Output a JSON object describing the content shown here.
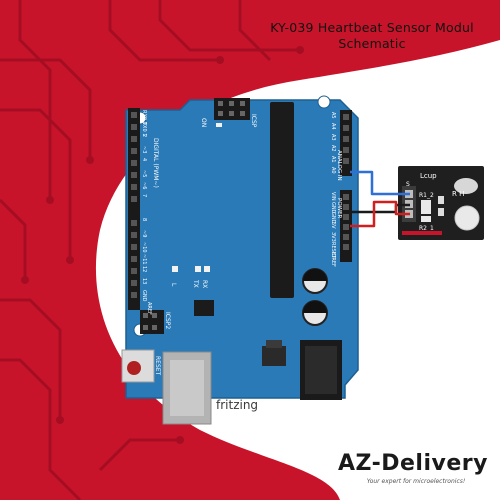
{
  "title": {
    "line1": "KY-039 Heartbeat Sensor Modul",
    "line2": "Schematic"
  },
  "board": {
    "reset_label": "RESET",
    "icsp_label": "ICSP",
    "icsp2_label": "ICSP2",
    "on_label": "ON",
    "digital_label": "DIGITAL (PWM~)",
    "analog_label": "ANALOG IN",
    "power_label": "POWER",
    "led_labels": [
      "L",
      "TX",
      "RX"
    ],
    "digital_pins": [
      "RX0 0",
      "TX0 1",
      "2",
      "~3",
      "4",
      "~5",
      "~6",
      "7",
      "8",
      "~9",
      "~10",
      "~11",
      "12",
      "13",
      "GND",
      "AREF"
    ],
    "analog_pins": [
      "A5",
      "A4",
      "A3",
      "A2",
      "A1",
      "A0"
    ],
    "power_pins": [
      "VIN",
      "GND",
      "GND",
      "5V",
      "3V3",
      "RESET",
      "IOREF"
    ],
    "fritzing": "fritzing"
  },
  "sensor": {
    "label_lcup": "Lcup",
    "pins": [
      "S",
      "+",
      "-"
    ],
    "resistors": [
      "R1_2",
      "R2_1"
    ],
    "side_label": "R H"
  },
  "wires": {
    "signal_color": "#2e6fd8",
    "power_color": "#d11f1f",
    "ground_color": "#1a1a1a"
  },
  "brand": {
    "name": "AZ-Delivery",
    "tagline": "Your expert for microelectronics!"
  },
  "colors": {
    "board": "#2a7ab8",
    "accent": "#c8142a"
  }
}
